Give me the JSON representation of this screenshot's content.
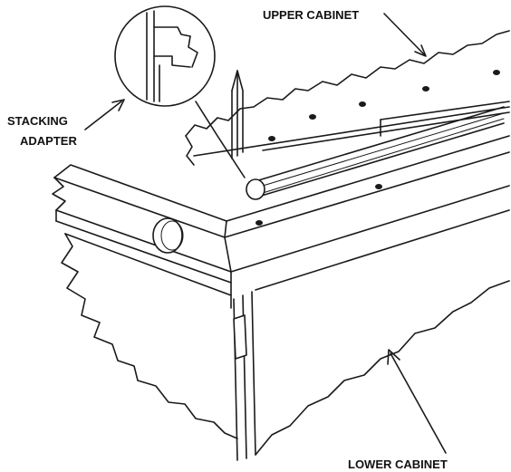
{
  "labels": {
    "upper_cabinet": "UPPER CABINET",
    "stacking_adapter_line1": "STACKING",
    "stacking_adapter_line2": "ADAPTER",
    "lower_cabinet": "LOWER CABINET"
  },
  "colors": {
    "ink": "#1a1a1a",
    "background": "#ffffff"
  }
}
